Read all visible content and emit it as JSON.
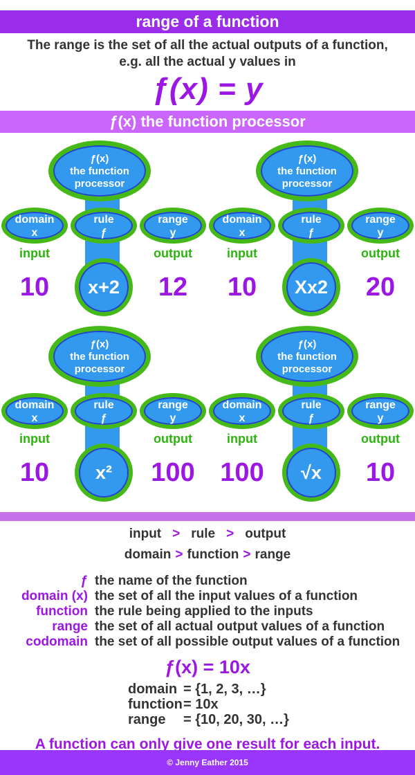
{
  "colors": {
    "banner_purple": "#9a2de9",
    "light_purple": "#cb66fa",
    "divider_purple": "#c573e8",
    "footer_purple": "#9a36f9",
    "text_purple": "#9c17e3",
    "green_text": "#2db30e",
    "green_ring": "#44b917",
    "blue_fill": "#3399ee",
    "navy_border": "#2244cc",
    "dark_text": "#333333"
  },
  "header": {
    "title": "range of a function"
  },
  "intro": {
    "line1": "The range is the set of all the actual outputs of a function,",
    "line2": "e.g. all the actual y values in",
    "formula": "ƒ(x) = y"
  },
  "processor_banner": {
    "title": "ƒ(x) the function processor"
  },
  "diagram": {
    "shared": {
      "processor_line1": "ƒ(x)",
      "processor_line2": "the function",
      "processor_line3": "processor",
      "domain_line1": "domain",
      "domain_line2": "x",
      "rule_line1": "rule",
      "rule_line2": "ƒ",
      "range_line1": "range",
      "range_line2": "y",
      "input_label": "input",
      "output_label": "output"
    },
    "units": [
      {
        "input": "10",
        "rule": "x+2",
        "output": "12"
      },
      {
        "input": "10",
        "rule": "Xx2",
        "output": "20"
      },
      {
        "input": "10",
        "rule": "x²",
        "output": "100"
      },
      {
        "input": "100",
        "rule": "√x",
        "output": "10"
      }
    ]
  },
  "bottom": {
    "chain1": {
      "items": [
        "input",
        "rule",
        "output"
      ],
      "separator": ">"
    },
    "chain2": {
      "items": [
        "domain",
        "function",
        "range"
      ],
      "separator": ">"
    },
    "definitions": [
      {
        "term": "ƒ",
        "definition": "the name of the function"
      },
      {
        "term": "domain (x)",
        "definition": "the set of all the input values of a function"
      },
      {
        "term": "function",
        "definition": "the rule being applied to the inputs"
      },
      {
        "term": "range",
        "definition": "the set of all actual output values of a function"
      },
      {
        "term": "codomain",
        "definition": "the set of all possible output values of a function"
      }
    ],
    "example": {
      "title": "ƒ(x) = 10x",
      "rows": [
        {
          "term": "domain",
          "value": "= {1, 2, 3, …}"
        },
        {
          "term": "function",
          "value": "= 10x"
        },
        {
          "term": "range",
          "value": "= {10, 20, 30, …}"
        }
      ]
    },
    "closing": "A function can only give one result for each input."
  },
  "footer": {
    "copyright": "© Jenny Eather 2015"
  }
}
